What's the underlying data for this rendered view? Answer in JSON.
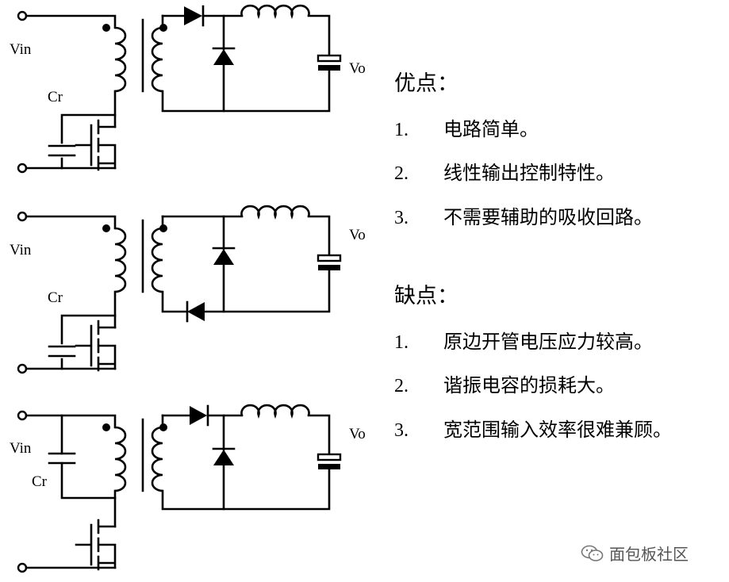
{
  "circuits": [
    {
      "vin_label": "Vin",
      "cr_label": "Cr",
      "vo_label": "Vo"
    },
    {
      "vin_label": "Vin",
      "cr_label": "Cr",
      "vo_label": "Vo"
    },
    {
      "vin_label": "Vin",
      "cr_label": "Cr",
      "vo_label": "Vo"
    }
  ],
  "pros": {
    "heading": "优点：",
    "items": [
      {
        "num": "1.",
        "text": "电路简单。"
      },
      {
        "num": "2.",
        "text": "线性输出控制特性。"
      },
      {
        "num": "3.",
        "text": "不需要辅助的吸收回路。"
      }
    ]
  },
  "cons": {
    "heading": "缺点：",
    "items": [
      {
        "num": "1.",
        "text": "原边开管电压应力较高。"
      },
      {
        "num": "2.",
        "text": "谐振电容的损耗大。"
      },
      {
        "num": "3.",
        "text": "宽范围输入效率很难兼顾。"
      }
    ]
  },
  "watermark": {
    "text": "面包板社区",
    "icon": "wechat-icon"
  }
}
